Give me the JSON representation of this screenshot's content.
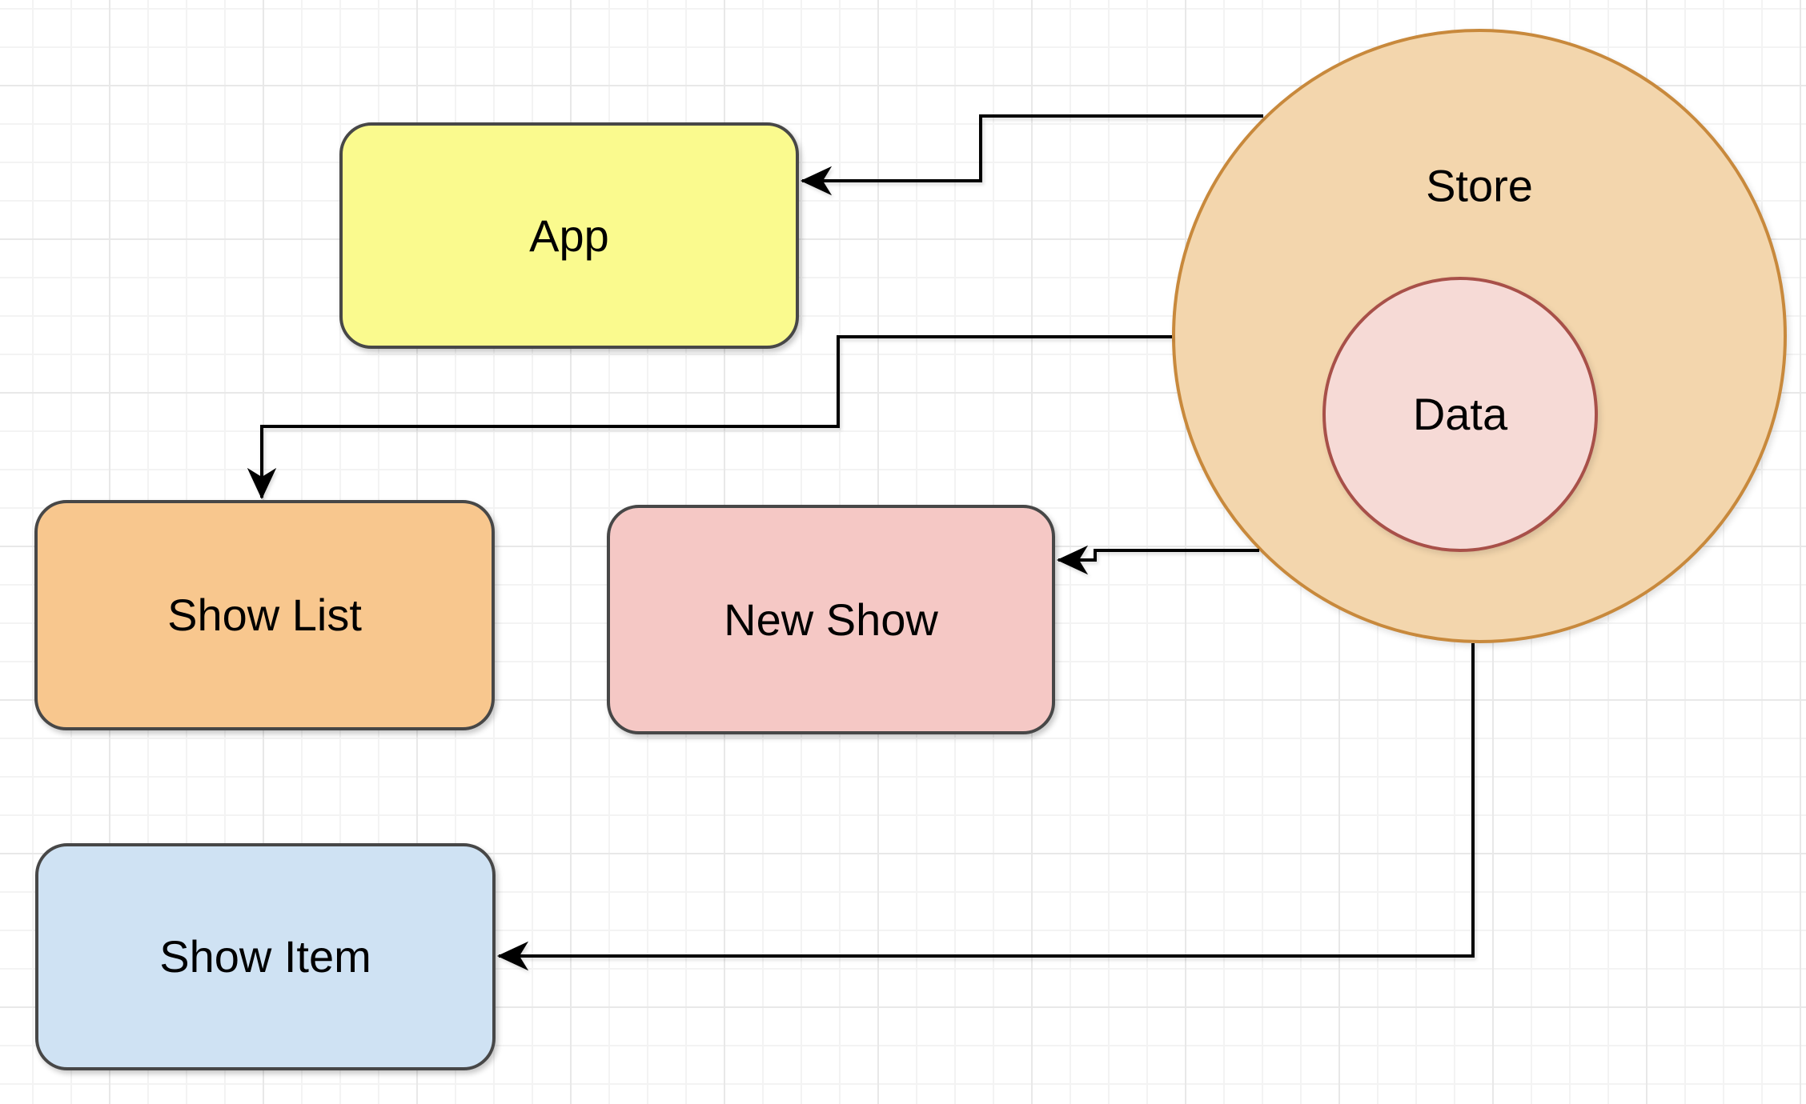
{
  "diagram": {
    "nodes": {
      "app": {
        "label": "App"
      },
      "show_list": {
        "label": "Show List"
      },
      "new_show": {
        "label": "New Show"
      },
      "show_item": {
        "label": "Show Item"
      },
      "store": {
        "label": "Store"
      },
      "data": {
        "label": "Data"
      }
    },
    "edges": [
      {
        "from": "store",
        "to": "app"
      },
      {
        "from": "store",
        "to": "show_list"
      },
      {
        "from": "store",
        "to": "new_show"
      },
      {
        "from": "store",
        "to": "show_item"
      }
    ]
  },
  "theme": {
    "colors": {
      "canvas_bg": "#ffffff",
      "grid_minor": "#f3f3f3",
      "grid_major": "#e8e8e8",
      "box_border": "#474747",
      "app_fill": "#fafa8e",
      "show_list_fill": "#f8c78e",
      "new_show_fill": "#f5c8c5",
      "show_item_fill": "#cfe2f3",
      "store_fill": "#f3d6ad",
      "store_border": "#c8893c",
      "data_fill": "#f6dad6",
      "data_border": "#a85049",
      "edge": "#000000",
      "label": "#000000"
    }
  }
}
